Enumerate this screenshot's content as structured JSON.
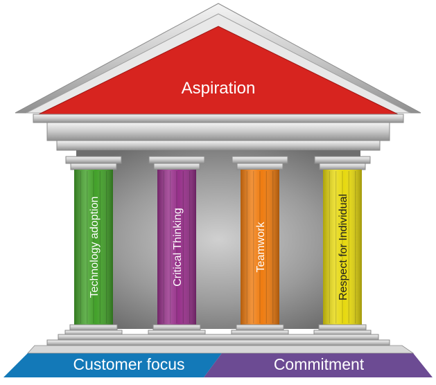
{
  "roof": {
    "label": "Aspiration",
    "color": "#d7241f"
  },
  "pillars": [
    {
      "label": "Technology adoption",
      "color": "#43a12a",
      "text_color": "#ffffff"
    },
    {
      "label": "Critical Thinking",
      "color": "#97308a",
      "text_color": "#ffffff"
    },
    {
      "label": "Teamwork",
      "color": "#ef7c10",
      "text_color": "#ffffff"
    },
    {
      "label": "Respect for Individual",
      "color": "#e7d90f",
      "text_color": "#222222"
    }
  ],
  "foundation": [
    {
      "label": "Customer focus",
      "color": "#1379b8"
    },
    {
      "label": "Commitment",
      "color": "#6c4b93"
    }
  ]
}
